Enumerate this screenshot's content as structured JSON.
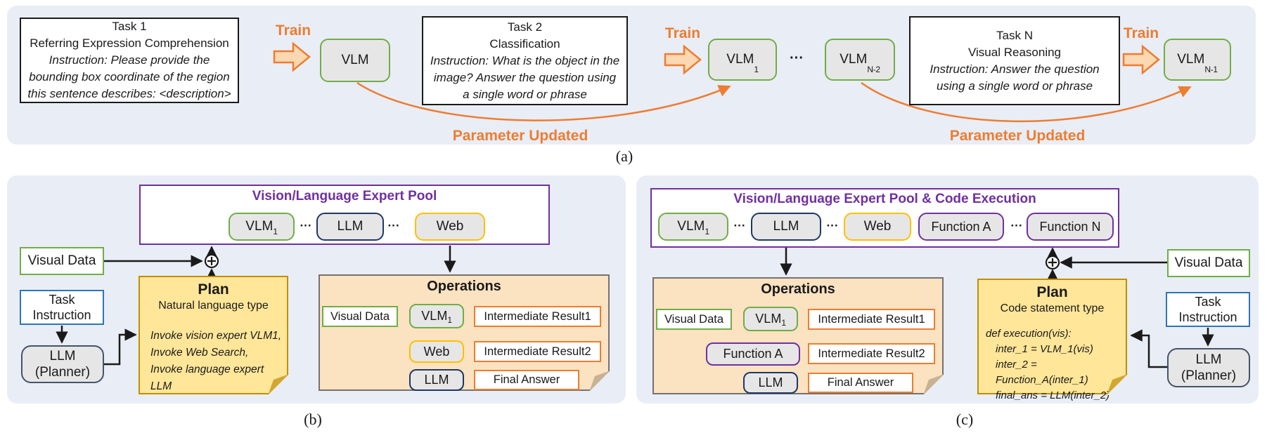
{
  "colors": {
    "accent_orange": "#ED7D31",
    "green": "#70AD47",
    "navy": "#1F3864",
    "gold": "#FFC000",
    "purple": "#7030A0",
    "note_fill": "#FFE699",
    "ops_fill": "#FBE2C0",
    "panel_bg": "#E9EDF6"
  },
  "panel_a": {
    "caption": "(a)",
    "train_label": "Train",
    "parameter_updated": "Parameter Updated",
    "dots": "···",
    "tasks": [
      {
        "title": "Task 1",
        "task_type": "Referring Expression Comprehension",
        "instruction": "Instruction: Please provide the bounding box coordinate of the region this sentence describes: <description>"
      },
      {
        "title": "Task 2",
        "task_type": "Classification",
        "instruction": "Instruction: What is the object in the image? Answer the question using a single word or phrase"
      },
      {
        "title": "Task N",
        "task_type": "Visual Reasoning",
        "instruction": "Instruction: Answer the question using a single word or phrase"
      }
    ],
    "models": [
      {
        "base": "VLM",
        "sub": ""
      },
      {
        "base": "VLM",
        "sub": "1"
      },
      {
        "base": "VLM",
        "sub": "N-2"
      },
      {
        "base": "VLM",
        "sub": "N-1"
      }
    ]
  },
  "panel_b": {
    "caption": "(b)",
    "pool": {
      "title": "Vision/Language Expert Pool",
      "dots": "···",
      "items": [
        {
          "base": "VLM",
          "sub": "1"
        },
        {
          "base": "LLM",
          "sub": ""
        },
        {
          "base": "Web",
          "sub": ""
        }
      ]
    },
    "visual_data": "Visual Data",
    "task_instruction": {
      "line1": "Task",
      "line2": "Instruction"
    },
    "planner": {
      "line1": "LLM",
      "line2": "(Planner)"
    },
    "plan": {
      "title": "Plan",
      "subtitle": "Natural language type",
      "lines": [
        "Invoke vision expert VLM1,",
        "Invoke Web Search,",
        "Invoke language expert LLM"
      ]
    },
    "operations": {
      "title": "Operations",
      "input": "Visual Data",
      "steps": [
        {
          "op_base": "VLM",
          "op_sub": "1",
          "output": "Intermediate Result1"
        },
        {
          "op_base": "Web",
          "op_sub": "",
          "output": "Intermediate Result2"
        },
        {
          "op_base": "LLM",
          "op_sub": "",
          "output": "Final Answer"
        }
      ]
    }
  },
  "panel_c": {
    "caption": "(c)",
    "pool": {
      "title": "Vision/Language Expert Pool & Code Execution",
      "dots": "···",
      "items": [
        {
          "base": "VLM",
          "sub": "1"
        },
        {
          "base": "LLM",
          "sub": ""
        },
        {
          "base": "Web",
          "sub": ""
        },
        {
          "base": "Function A",
          "sub": ""
        },
        {
          "base": "Function N",
          "sub": ""
        }
      ]
    },
    "visual_data": "Visual Data",
    "task_instruction": {
      "line1": "Task",
      "line2": "Instruction"
    },
    "planner": {
      "line1": "LLM",
      "line2": "(Planner)"
    },
    "plan": {
      "title": "Plan",
      "subtitle": "Code statement type",
      "code": [
        "def execution(vis):",
        "inter_1 = VLM_1(vis)",
        "inter_2 = Function_A(inter_1)",
        "final_ans = LLM(inter_2)"
      ]
    },
    "operations": {
      "title": "Operations",
      "input": "Visual Data",
      "steps": [
        {
          "op_base": "VLM",
          "op_sub": "1",
          "output": "Intermediate Result1"
        },
        {
          "op_base": "Function A",
          "op_sub": "",
          "output": "Intermediate Result2"
        },
        {
          "op_base": "LLM",
          "op_sub": "",
          "output": "Final Answer"
        }
      ]
    }
  }
}
